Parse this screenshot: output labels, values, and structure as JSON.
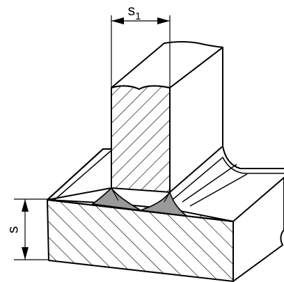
{
  "diagram": {
    "labels": {
      "top_dimension": "s",
      "top_dimension_subscript": "1",
      "side_dimension": "s"
    },
    "colors": {
      "line": "#000000",
      "background": "#ffffff",
      "weld_fill": "#9a9a9a"
    }
  }
}
